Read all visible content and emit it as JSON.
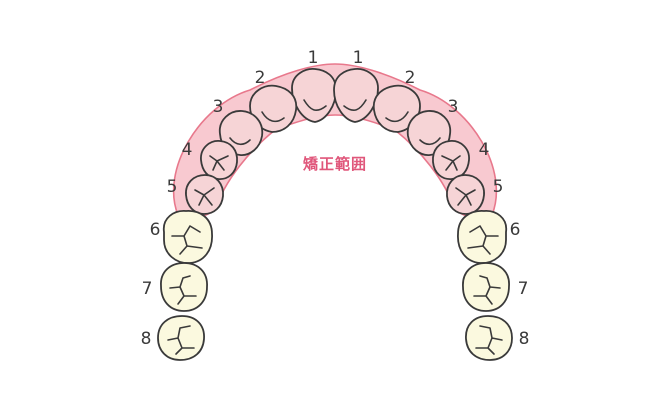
{
  "colors": {
    "range_fill": "#f8c9d0",
    "range_stroke": "#e8788c",
    "upper_tooth_fill": "#f6d4d6",
    "lower_tooth_fill": "#fbf9df",
    "outline": "#3a3a3a",
    "label": "#e0577b"
  },
  "range_label": "矯正範囲",
  "tooth_numbers": {
    "t1": "1",
    "t2": "2",
    "t3": "3",
    "t4": "4",
    "t5": "5",
    "t6": "6",
    "t7": "7",
    "t8": "8"
  }
}
